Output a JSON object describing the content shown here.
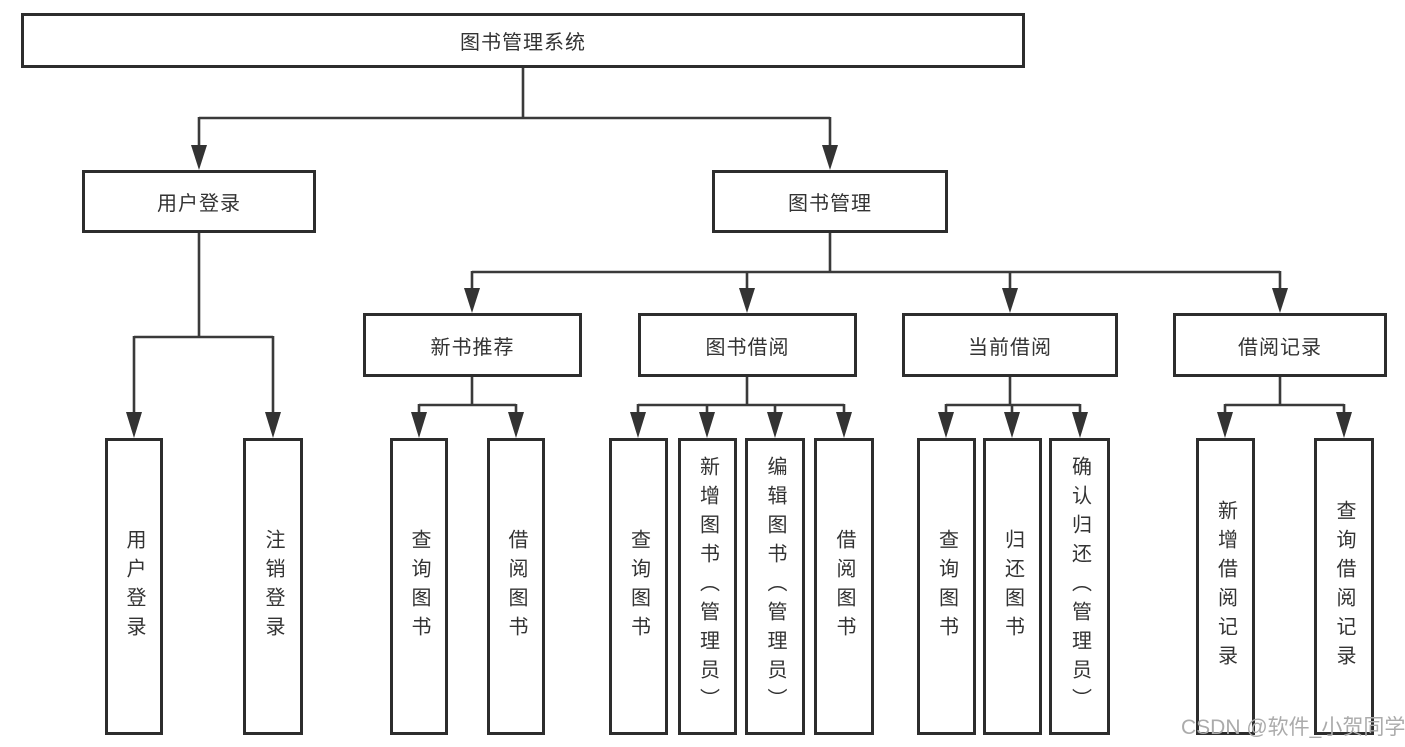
{
  "colors": {
    "background": "#ffffff",
    "box_border": "#2d2d2d",
    "connector_line": "#3a3a3a",
    "arrowhead": "#333333",
    "label_text": "#333333",
    "watermark_text": "#ababab"
  },
  "watermark": {
    "text": "CSDN @软件_小贺同学"
  },
  "diagram": {
    "type": "tree",
    "root": {
      "label": "图书管理系统"
    },
    "branches": [
      {
        "label": "用户登录",
        "children": [
          {
            "label": "用户登录"
          },
          {
            "label": "注销登录"
          }
        ]
      },
      {
        "label": "图书管理",
        "children": [
          {
            "label": "新书推荐",
            "children": [
              {
                "label": "查询图书"
              },
              {
                "label": "借阅图书"
              }
            ]
          },
          {
            "label": "图书借阅",
            "children": [
              {
                "label": "查询图书"
              },
              {
                "label": "新增图书（管理员）"
              },
              {
                "label": "编辑图书（管理员）"
              },
              {
                "label": "借阅图书"
              }
            ]
          },
          {
            "label": "当前借阅",
            "children": [
              {
                "label": "查询图书"
              },
              {
                "label": "归还图书"
              },
              {
                "label": "确认归还（管理员）"
              }
            ]
          },
          {
            "label": "借阅记录",
            "children": [
              {
                "label": "新增借阅记录"
              },
              {
                "label": "查询借阅记录"
              }
            ]
          }
        ]
      }
    ]
  }
}
